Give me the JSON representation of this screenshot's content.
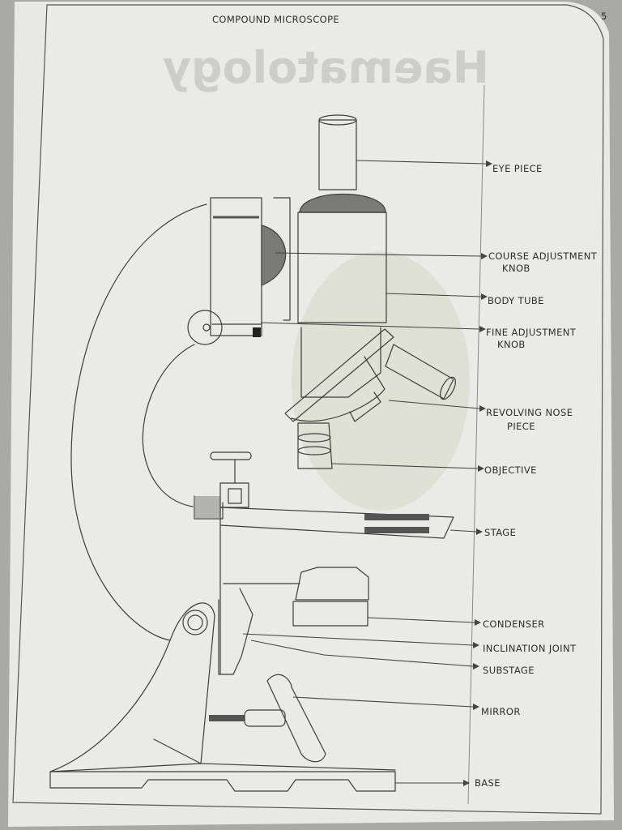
{
  "page": {
    "page_number": "5",
    "title": "COMPOUND MICROSCOPE",
    "watermark": "Haematology"
  },
  "labels": [
    {
      "id": "eye-piece",
      "lines": [
        "EYE PIECE"
      ]
    },
    {
      "id": "course-adjustment-knob",
      "lines": [
        "COURSE ADJUSTMENT",
        "KNOB"
      ]
    },
    {
      "id": "body-tube",
      "lines": [
        "BODY TUBE"
      ]
    },
    {
      "id": "fine-adjustment-knob",
      "lines": [
        "FINE ADJUSTMENT",
        "KNOB"
      ]
    },
    {
      "id": "revolving-nose-piece",
      "lines": [
        "REVOLVING NOSE",
        "PIECE"
      ]
    },
    {
      "id": "objective",
      "lines": [
        "OBJECTIVE"
      ]
    },
    {
      "id": "stage",
      "lines": [
        "STAGE"
      ]
    },
    {
      "id": "condenser",
      "lines": [
        "CONDENSER"
      ]
    },
    {
      "id": "inclination-joint",
      "lines": [
        "INCLINATION JOINT"
      ]
    },
    {
      "id": "substage",
      "lines": [
        "SUBSTAGE"
      ]
    },
    {
      "id": "mirror",
      "lines": [
        "MIRROR"
      ]
    },
    {
      "id": "base",
      "lines": [
        "BASE"
      ]
    }
  ],
  "colors": {
    "paper": "#e9eae6",
    "pencil": "#3d3d3d",
    "shade": "#8d8e8a",
    "stain": "#d9dccb"
  }
}
